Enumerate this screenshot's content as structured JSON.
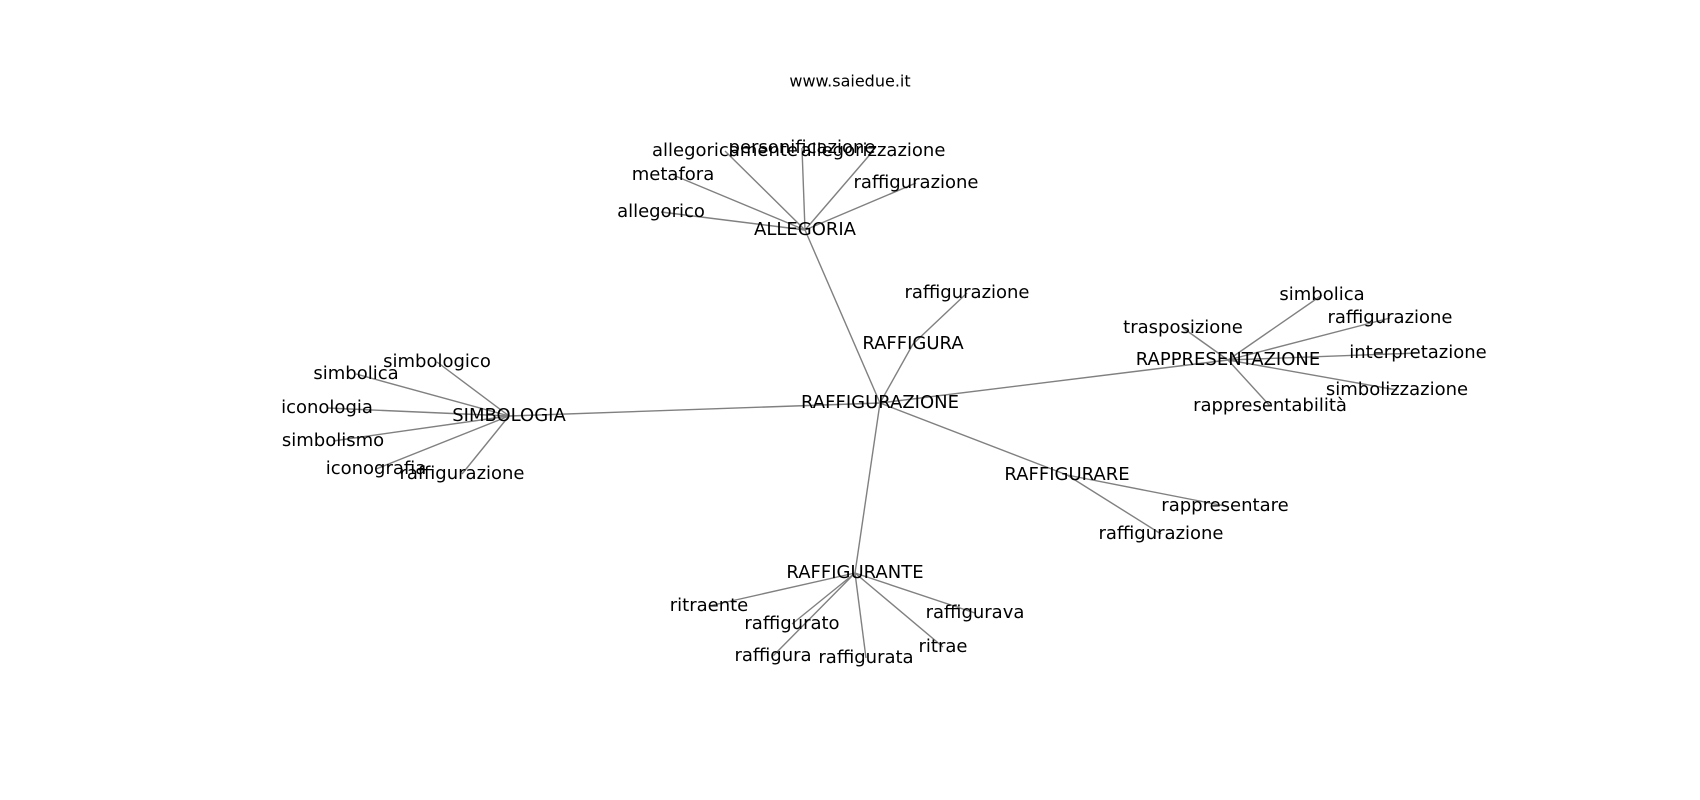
{
  "site": "www.saiedue.it",
  "edge_color": "#808080",
  "text_color": "#000000",
  "nodes": [
    {
      "id": "n0",
      "label": "RAFFIGURAZIONE"
    },
    {
      "id": "n1",
      "label": "ALLEGORIA"
    },
    {
      "id": "n2",
      "label": "RAFFIGURA"
    },
    {
      "id": "n3",
      "label": "RAPPRESENTAZIONE"
    },
    {
      "id": "n4",
      "label": "SIMBOLOGIA"
    },
    {
      "id": "n5",
      "label": "RAFFIGURARE"
    },
    {
      "id": "n6",
      "label": "RAFFIGURANTE"
    },
    {
      "id": "a1",
      "label": "allegoricamente"
    },
    {
      "id": "a2",
      "label": "personificazione"
    },
    {
      "id": "a3",
      "label": "allegorizzazione"
    },
    {
      "id": "a4",
      "label": "metafora"
    },
    {
      "id": "a5",
      "label": "raffigurazione"
    },
    {
      "id": "a6",
      "label": "allegorico"
    },
    {
      "id": "b1",
      "label": "raffigurazione"
    },
    {
      "id": "c1",
      "label": "simbolica"
    },
    {
      "id": "c2",
      "label": "trasposizione"
    },
    {
      "id": "c3",
      "label": "raffigurazione"
    },
    {
      "id": "c4",
      "label": "interpretazione"
    },
    {
      "id": "c5",
      "label": "simbolizzazione"
    },
    {
      "id": "c6",
      "label": "rappresentabilità"
    },
    {
      "id": "d1",
      "label": "simbologico"
    },
    {
      "id": "d2",
      "label": "simbolica"
    },
    {
      "id": "d3",
      "label": "iconologia"
    },
    {
      "id": "d4",
      "label": "simbolismo"
    },
    {
      "id": "d5",
      "label": "iconografia"
    },
    {
      "id": "d6",
      "label": "raffigurazione"
    },
    {
      "id": "e1",
      "label": "rappresentare"
    },
    {
      "id": "e2",
      "label": "raffigurazione"
    },
    {
      "id": "f1",
      "label": "ritraente"
    },
    {
      "id": "f2",
      "label": "raffigurato"
    },
    {
      "id": "f3",
      "label": "raffigurava"
    },
    {
      "id": "f4",
      "label": "ritrae"
    },
    {
      "id": "f5",
      "label": "raffigura"
    },
    {
      "id": "f6",
      "label": "raffigurata"
    }
  ],
  "edges": [
    [
      "n0",
      "n1"
    ],
    [
      "n0",
      "n2"
    ],
    [
      "n0",
      "n3"
    ],
    [
      "n0",
      "n4"
    ],
    [
      "n0",
      "n5"
    ],
    [
      "n0",
      "n6"
    ],
    [
      "n1",
      "a1"
    ],
    [
      "n1",
      "a2"
    ],
    [
      "n1",
      "a3"
    ],
    [
      "n1",
      "a4"
    ],
    [
      "n1",
      "a5"
    ],
    [
      "n1",
      "a6"
    ],
    [
      "n2",
      "b1"
    ],
    [
      "n3",
      "c1"
    ],
    [
      "n3",
      "c2"
    ],
    [
      "n3",
      "c3"
    ],
    [
      "n3",
      "c4"
    ],
    [
      "n3",
      "c5"
    ],
    [
      "n3",
      "c6"
    ],
    [
      "n4",
      "d1"
    ],
    [
      "n4",
      "d2"
    ],
    [
      "n4",
      "d3"
    ],
    [
      "n4",
      "d4"
    ],
    [
      "n4",
      "d5"
    ],
    [
      "n4",
      "d6"
    ],
    [
      "n5",
      "e1"
    ],
    [
      "n5",
      "e2"
    ],
    [
      "n6",
      "f1"
    ],
    [
      "n6",
      "f2"
    ],
    [
      "n6",
      "f3"
    ],
    [
      "n6",
      "f4"
    ],
    [
      "n6",
      "f5"
    ],
    [
      "n6",
      "f6"
    ]
  ]
}
